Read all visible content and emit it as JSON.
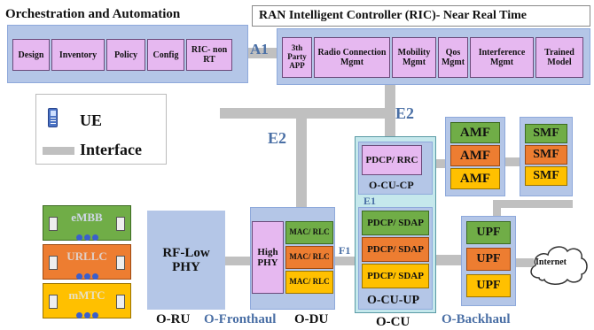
{
  "orchestration": {
    "title": "Orchestration and Automation",
    "items": [
      "Design",
      "Inventory",
      "Policy",
      "Config",
      "RIC- non RT"
    ]
  },
  "ric": {
    "title": "RAN Intelligent Controller (RIC)- Near Real Time",
    "items": [
      "3th Party APP",
      "Radio Connection Mgmt",
      "Mobility Mgmt",
      "Qos Mgmt",
      "Interference Mgmt",
      "Trained Model"
    ]
  },
  "interfaces": {
    "a1": "A1",
    "e2_top": "E2",
    "e2_left": "E2",
    "e1": "E1",
    "f1": "F1"
  },
  "legend": {
    "ue": "UE",
    "interface": "Interface"
  },
  "slices": [
    "eMBB",
    "URLLC",
    "mMTC"
  ],
  "ru": {
    "box": "RF-Low PHY",
    "label": "O-RU"
  },
  "fronthaul": "O-Fronthaul",
  "du": {
    "high_phy": "High PHY",
    "mac": [
      "MAC/ RLC",
      "MAC/ RLC",
      "MAC/ RLC"
    ],
    "label": "O-DU"
  },
  "cu": {
    "cp_box": "PDCP/ RRC",
    "cp_label": "O-CU-CP",
    "up": [
      "PDCP/ SDAP",
      "PDCP/ SDAP",
      "PDCP/ SDAP"
    ],
    "up_label": "O-CU-UP",
    "label": "O-CU"
  },
  "backhaul": "O-Backhaul",
  "core": {
    "amf": [
      "AMF",
      "AMF",
      "AMF"
    ],
    "smf": [
      "SMF",
      "SMF",
      "SMF"
    ],
    "upf": [
      "UPF",
      "UPF",
      "UPF"
    ]
  },
  "internet": "Internet",
  "colors": {
    "green": "#70ad47",
    "orange": "#ed7d31",
    "yellow": "#ffc000",
    "pink": "#e6b8f0",
    "pale_blue": "#b4c6e7",
    "link_gray": "#c0c0c0"
  }
}
